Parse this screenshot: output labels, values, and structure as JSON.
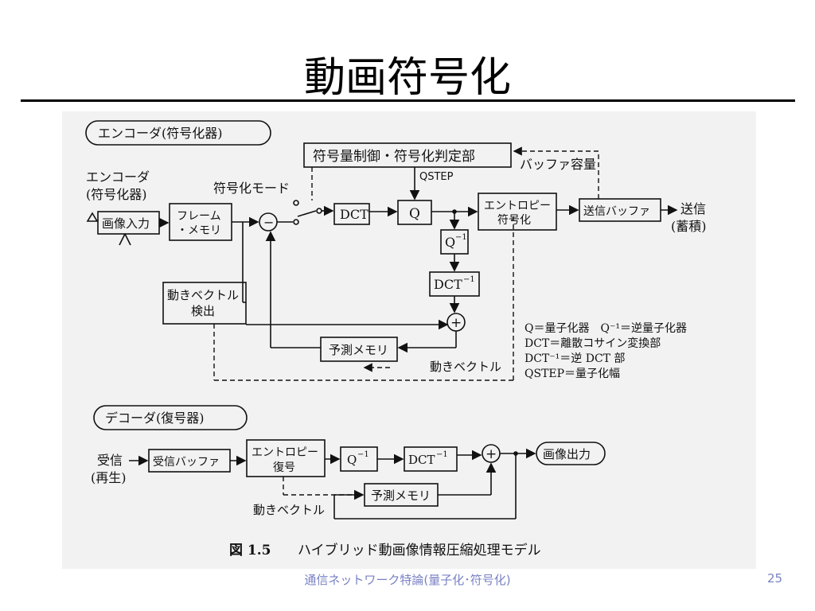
{
  "slide": {
    "title": "動画符号化",
    "footer": "通信ネットワーク特論(量子化･符号化)",
    "page_number": "25"
  },
  "encoder": {
    "section_label": "エンコーダ(符号化器)",
    "input_label_line1": "エンコーダ",
    "input_label_line2": "(符号化器)",
    "image_input": "画像入力",
    "frame_memory_line1": "フレーム",
    "frame_memory_line2": "・メモリ",
    "mode_label": "符号化モード",
    "control": "符号量制御・符号化判定部",
    "qstep": "QSTEP",
    "buffer_capacity": "バッファ容量",
    "dct": "DCT",
    "q": "Q",
    "qinv": "Q",
    "dctinv": "DCT",
    "inv_sup": "−1",
    "entropy_line1": "エントロピー",
    "entropy_line2": "符号化",
    "send_buffer": "送信バッファ",
    "output_line1": "送信",
    "output_line2": "(蓄積)",
    "mv_detect_line1": "動きベクトル",
    "mv_detect_line2": "検出",
    "pred_memory": "予測メモリ",
    "motion_vector": "動きベクトル",
    "minus": "−",
    "plus": "+"
  },
  "legend": {
    "line1": "Q＝量子化器　Q⁻¹＝逆量子化器",
    "line2": "DCT＝離散コサイン変換部",
    "line3": "DCT⁻¹＝逆 DCT 部",
    "line4": "QSTEP＝量子化幅"
  },
  "decoder": {
    "section_label": "デコーダ(復号器)",
    "input_line1": "受信",
    "input_line2": "(再生)",
    "recv_buffer": "受信バッファ",
    "entropy_line1": "エントロピー",
    "entropy_line2": "復号",
    "qinv": "Q",
    "dctinv": "DCT",
    "inv_sup": "−1",
    "plus": "+",
    "image_output": "画像出力",
    "pred_memory": "予測メモリ",
    "motion_vector": "動きベクトル"
  },
  "caption": {
    "label": "図 1.5",
    "text": "ハイブリッド動画像情報圧縮処理モデル"
  },
  "colors": {
    "footer": "#7a82c4",
    "figure_bg": "#f2f2f2"
  }
}
